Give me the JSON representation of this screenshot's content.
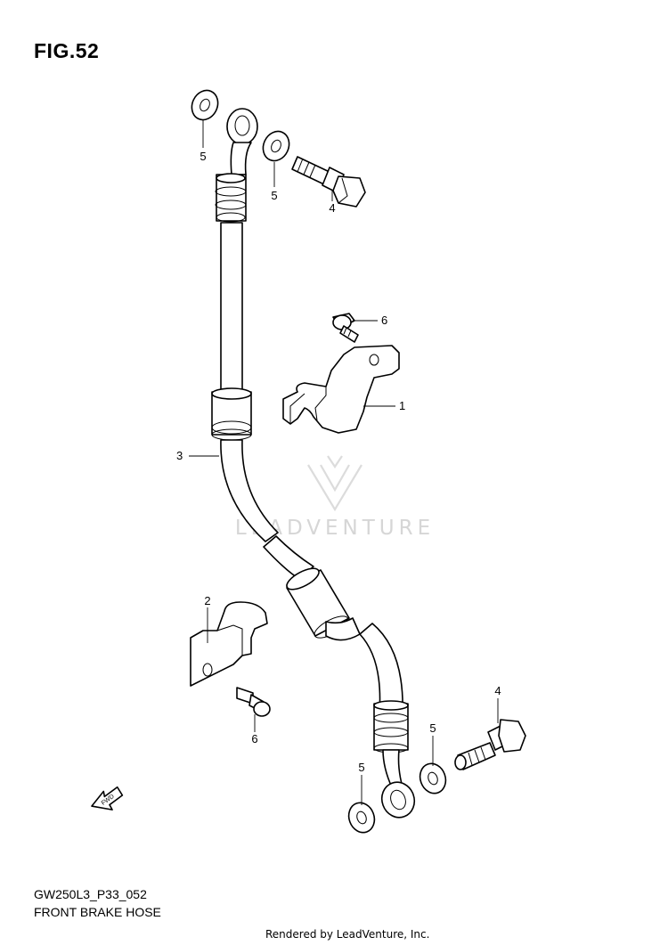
{
  "figure": {
    "title": "FIG.52",
    "code": "GW250L3_P33_052",
    "name": "FRONT BRAKE HOSE",
    "rendered_by": "Rendered by LeadVenture, Inc."
  },
  "watermark": {
    "text": "LEADVENTURE",
    "color": "#d6d6d6"
  },
  "callouts": {
    "hose": "3",
    "clamp_upper": "1",
    "clamp_lower": "2",
    "bolt_upper": "4",
    "bolt_lower": "4",
    "washer_upper_left": "5",
    "washer_upper_right": "5",
    "washer_lower_left": "5",
    "washer_lower_right": "5",
    "screw_upper": "6",
    "screw_lower": "6"
  },
  "fwd_arrow": "FWD"
}
